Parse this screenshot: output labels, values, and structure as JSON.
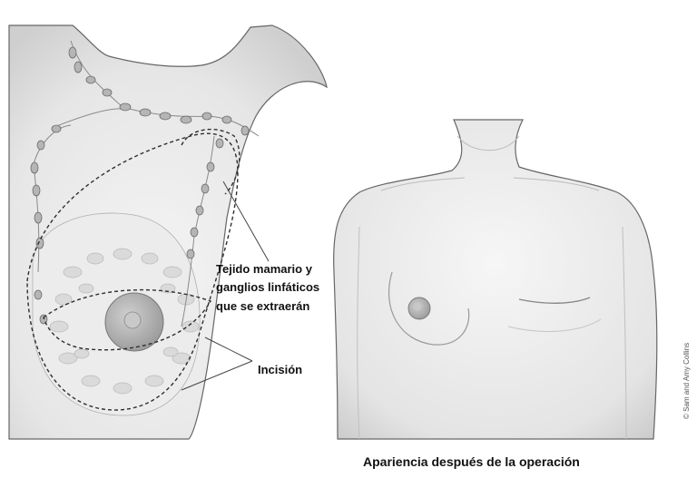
{
  "labels": {
    "tissue_line1": "Tejido mamario y",
    "tissue_line2": "ganglios linfáticos",
    "tissue_line3": "que se extraerán",
    "incision": "Incisión"
  },
  "caption": "Apariencia después de la operación",
  "credit": "© Sam and Amy Collins",
  "colors": {
    "skin": "#eeeeee",
    "outline": "#555555",
    "dash": "#333333",
    "node": "#b5b5b5",
    "background": "#ffffff"
  }
}
